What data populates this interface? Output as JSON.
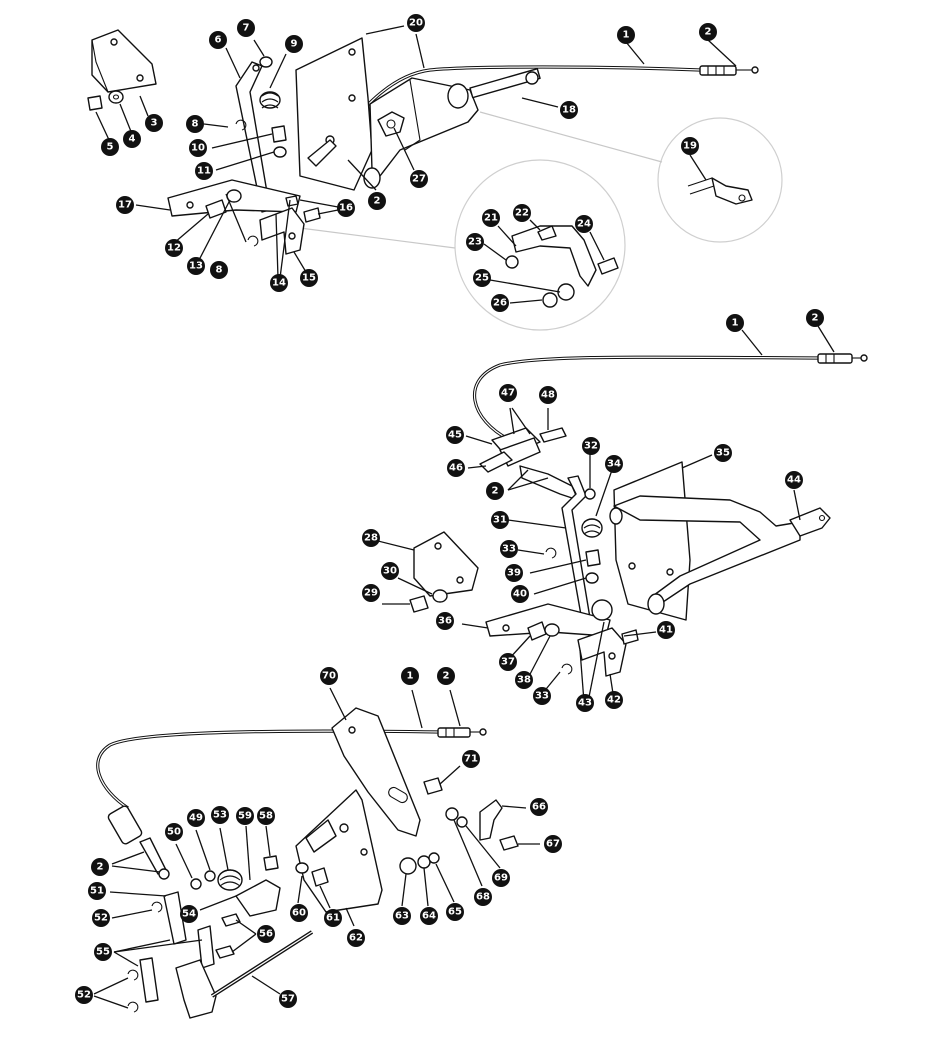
{
  "diagram": {
    "description_labels": [],
    "callouts": [
      {
        "id": "c1a",
        "label": "1"
      },
      {
        "id": "c2a",
        "label": "2"
      },
      {
        "id": "c3",
        "label": "3"
      },
      {
        "id": "c4",
        "label": "4"
      },
      {
        "id": "c5",
        "label": "5"
      },
      {
        "id": "c6",
        "label": "6"
      },
      {
        "id": "c7",
        "label": "7"
      },
      {
        "id": "c8a",
        "label": "8"
      },
      {
        "id": "c8b",
        "label": "8"
      },
      {
        "id": "c9",
        "label": "9"
      },
      {
        "id": "c10",
        "label": "10"
      },
      {
        "id": "c11",
        "label": "11"
      },
      {
        "id": "c12",
        "label": "12"
      },
      {
        "id": "c13",
        "label": "13"
      },
      {
        "id": "c14",
        "label": "14"
      },
      {
        "id": "c15",
        "label": "15"
      },
      {
        "id": "c16",
        "label": "16"
      },
      {
        "id": "c17",
        "label": "17"
      },
      {
        "id": "c18",
        "label": "18"
      },
      {
        "id": "c19",
        "label": "19"
      },
      {
        "id": "c20",
        "label": "20"
      },
      {
        "id": "c2b",
        "label": "2"
      },
      {
        "id": "c21",
        "label": "21"
      },
      {
        "id": "c22",
        "label": "22"
      },
      {
        "id": "c23",
        "label": "23"
      },
      {
        "id": "c24",
        "label": "24"
      },
      {
        "id": "c25",
        "label": "25"
      },
      {
        "id": "c26",
        "label": "26"
      },
      {
        "id": "c27",
        "label": "27"
      },
      {
        "id": "c1b",
        "label": "1"
      },
      {
        "id": "c2c",
        "label": "2"
      },
      {
        "id": "c28",
        "label": "28"
      },
      {
        "id": "c29",
        "label": "29"
      },
      {
        "id": "c30",
        "label": "30"
      },
      {
        "id": "c31",
        "label": "31"
      },
      {
        "id": "c32",
        "label": "32"
      },
      {
        "id": "c33a",
        "label": "33"
      },
      {
        "id": "c33b",
        "label": "33"
      },
      {
        "id": "c34",
        "label": "34"
      },
      {
        "id": "c35",
        "label": "35"
      },
      {
        "id": "c36",
        "label": "36"
      },
      {
        "id": "c37",
        "label": "37"
      },
      {
        "id": "c38",
        "label": "38"
      },
      {
        "id": "c39",
        "label": "39"
      },
      {
        "id": "c40",
        "label": "40"
      },
      {
        "id": "c41",
        "label": "41"
      },
      {
        "id": "c42",
        "label": "42"
      },
      {
        "id": "c43",
        "label": "43"
      },
      {
        "id": "c44",
        "label": "44"
      },
      {
        "id": "c45",
        "label": "45"
      },
      {
        "id": "c46",
        "label": "46"
      },
      {
        "id": "c2d",
        "label": "2"
      },
      {
        "id": "c47",
        "label": "47"
      },
      {
        "id": "c48",
        "label": "48"
      },
      {
        "id": "c1c",
        "label": "1"
      },
      {
        "id": "c2e",
        "label": "2"
      },
      {
        "id": "c70",
        "label": "70"
      },
      {
        "id": "c71",
        "label": "71"
      },
      {
        "id": "c2f",
        "label": "2"
      },
      {
        "id": "c49",
        "label": "49"
      },
      {
        "id": "c50",
        "label": "50"
      },
      {
        "id": "c51",
        "label": "51"
      },
      {
        "id": "c52a",
        "label": "52"
      },
      {
        "id": "c52b",
        "label": "52"
      },
      {
        "id": "c53",
        "label": "53"
      },
      {
        "id": "c54",
        "label": "54"
      },
      {
        "id": "c55",
        "label": "55"
      },
      {
        "id": "c56",
        "label": "56"
      },
      {
        "id": "c57",
        "label": "57"
      },
      {
        "id": "c58",
        "label": "58"
      },
      {
        "id": "c59",
        "label": "59"
      },
      {
        "id": "c60",
        "label": "60"
      },
      {
        "id": "c61",
        "label": "61"
      },
      {
        "id": "c62",
        "label": "62"
      },
      {
        "id": "c63",
        "label": "63"
      },
      {
        "id": "c64",
        "label": "64"
      },
      {
        "id": "c65",
        "label": "65"
      },
      {
        "id": "c66",
        "label": "66"
      },
      {
        "id": "c67",
        "label": "67"
      },
      {
        "id": "c68",
        "label": "68"
      },
      {
        "id": "c69",
        "label": "69"
      }
    ],
    "colors": {
      "ink": "#111111",
      "paper": "#ffffff",
      "detail_ring": "#cfcfcf"
    }
  }
}
